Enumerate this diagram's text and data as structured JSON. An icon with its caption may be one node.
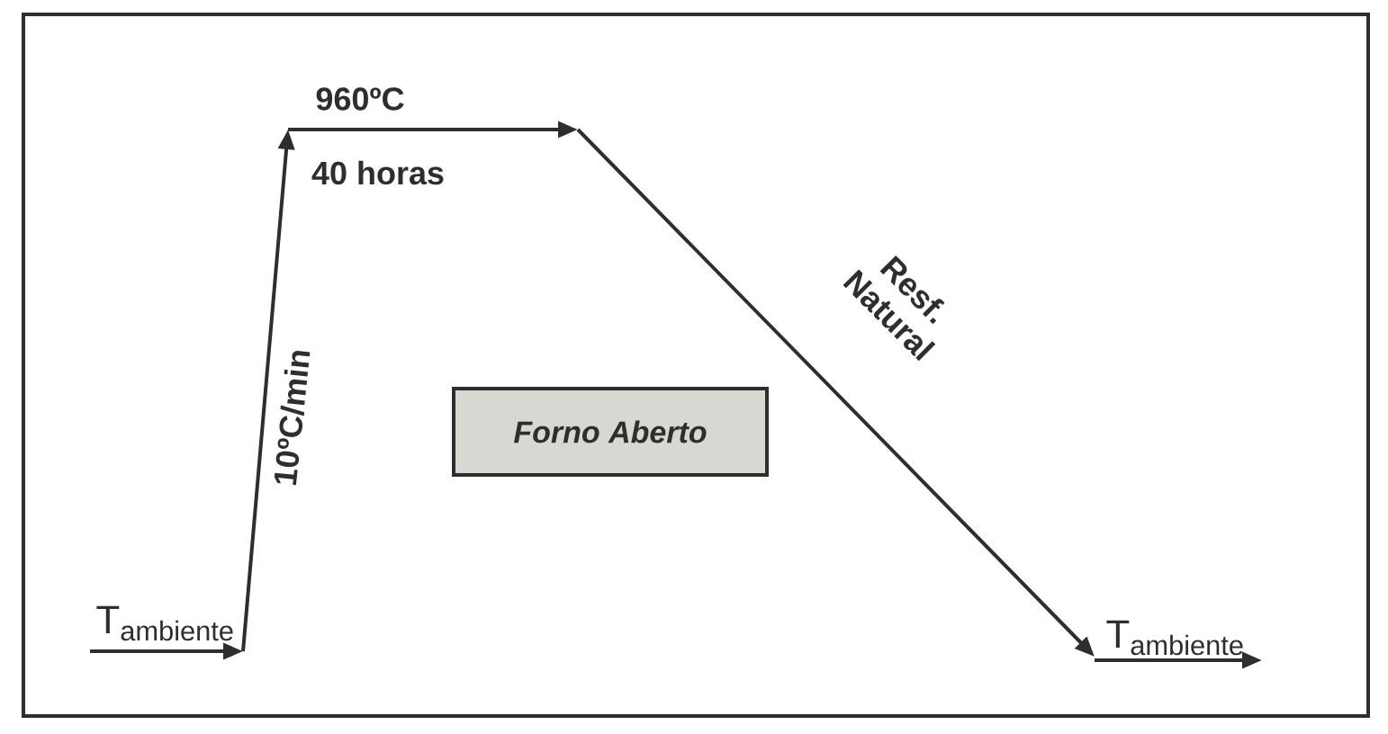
{
  "diagram": {
    "nodes": [
      {
        "text": [
          "Forno Aberto"
        ]
      }
    ],
    "edges": [],
    "labels": [
      "T$_{ambiente}$",
      "960ºC",
      "40 horas",
      "10ºC/min",
      "Resf. Natural",
      "T$_{ambiente}$"
    ]
  }
}
